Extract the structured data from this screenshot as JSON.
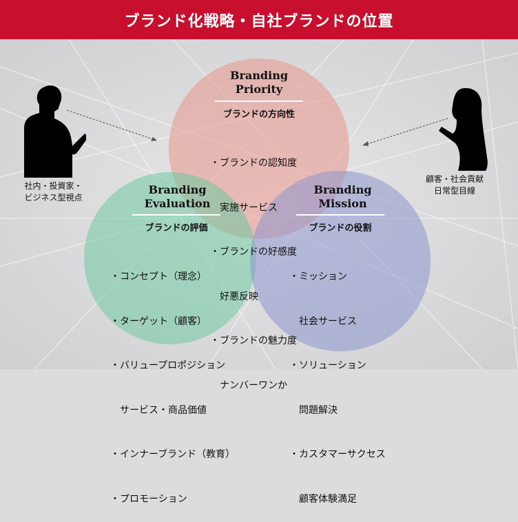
{
  "title": "ブランド化戦略・自社ブランドの位置",
  "colors": {
    "header": "#c8102e",
    "priority": "#e8aaa4",
    "evaluation": "#8fd1b4",
    "mission": "#a7aed4"
  },
  "left_person": {
    "label_lines": [
      "社内・投資家・",
      "ビジネス型視点"
    ]
  },
  "right_person": {
    "label_lines": [
      "顧客・社会貢献",
      "日常型目線"
    ]
  },
  "priority": {
    "title_lines": [
      "Branding",
      "Priority"
    ],
    "subtitle": "ブランドの方向性",
    "items": [
      "・ブランドの認知度",
      "　実施サービス",
      "・ブランドの好感度",
      "　好悪反映",
      "・ブランドの魅力度",
      "　ナンバーワンか"
    ]
  },
  "evaluation": {
    "title_lines": [
      "Branding",
      "Evaluation"
    ],
    "subtitle": "ブランドの評価",
    "items": [
      "・コンセプト（理念）",
      "・ターゲット（顧客）",
      "・バリュープロポジション",
      "　サービス・商品価値",
      "・インナーブランド（教育）",
      "・プロモーション"
    ]
  },
  "mission": {
    "title_lines": [
      "Branding",
      "Mission"
    ],
    "subtitle": "ブランドの役割",
    "items": [
      "・ミッション",
      "　社会サービス",
      "・ソリューション",
      "　問題解決",
      "・カスタマーサクセス",
      "　顧客体験満足"
    ]
  }
}
